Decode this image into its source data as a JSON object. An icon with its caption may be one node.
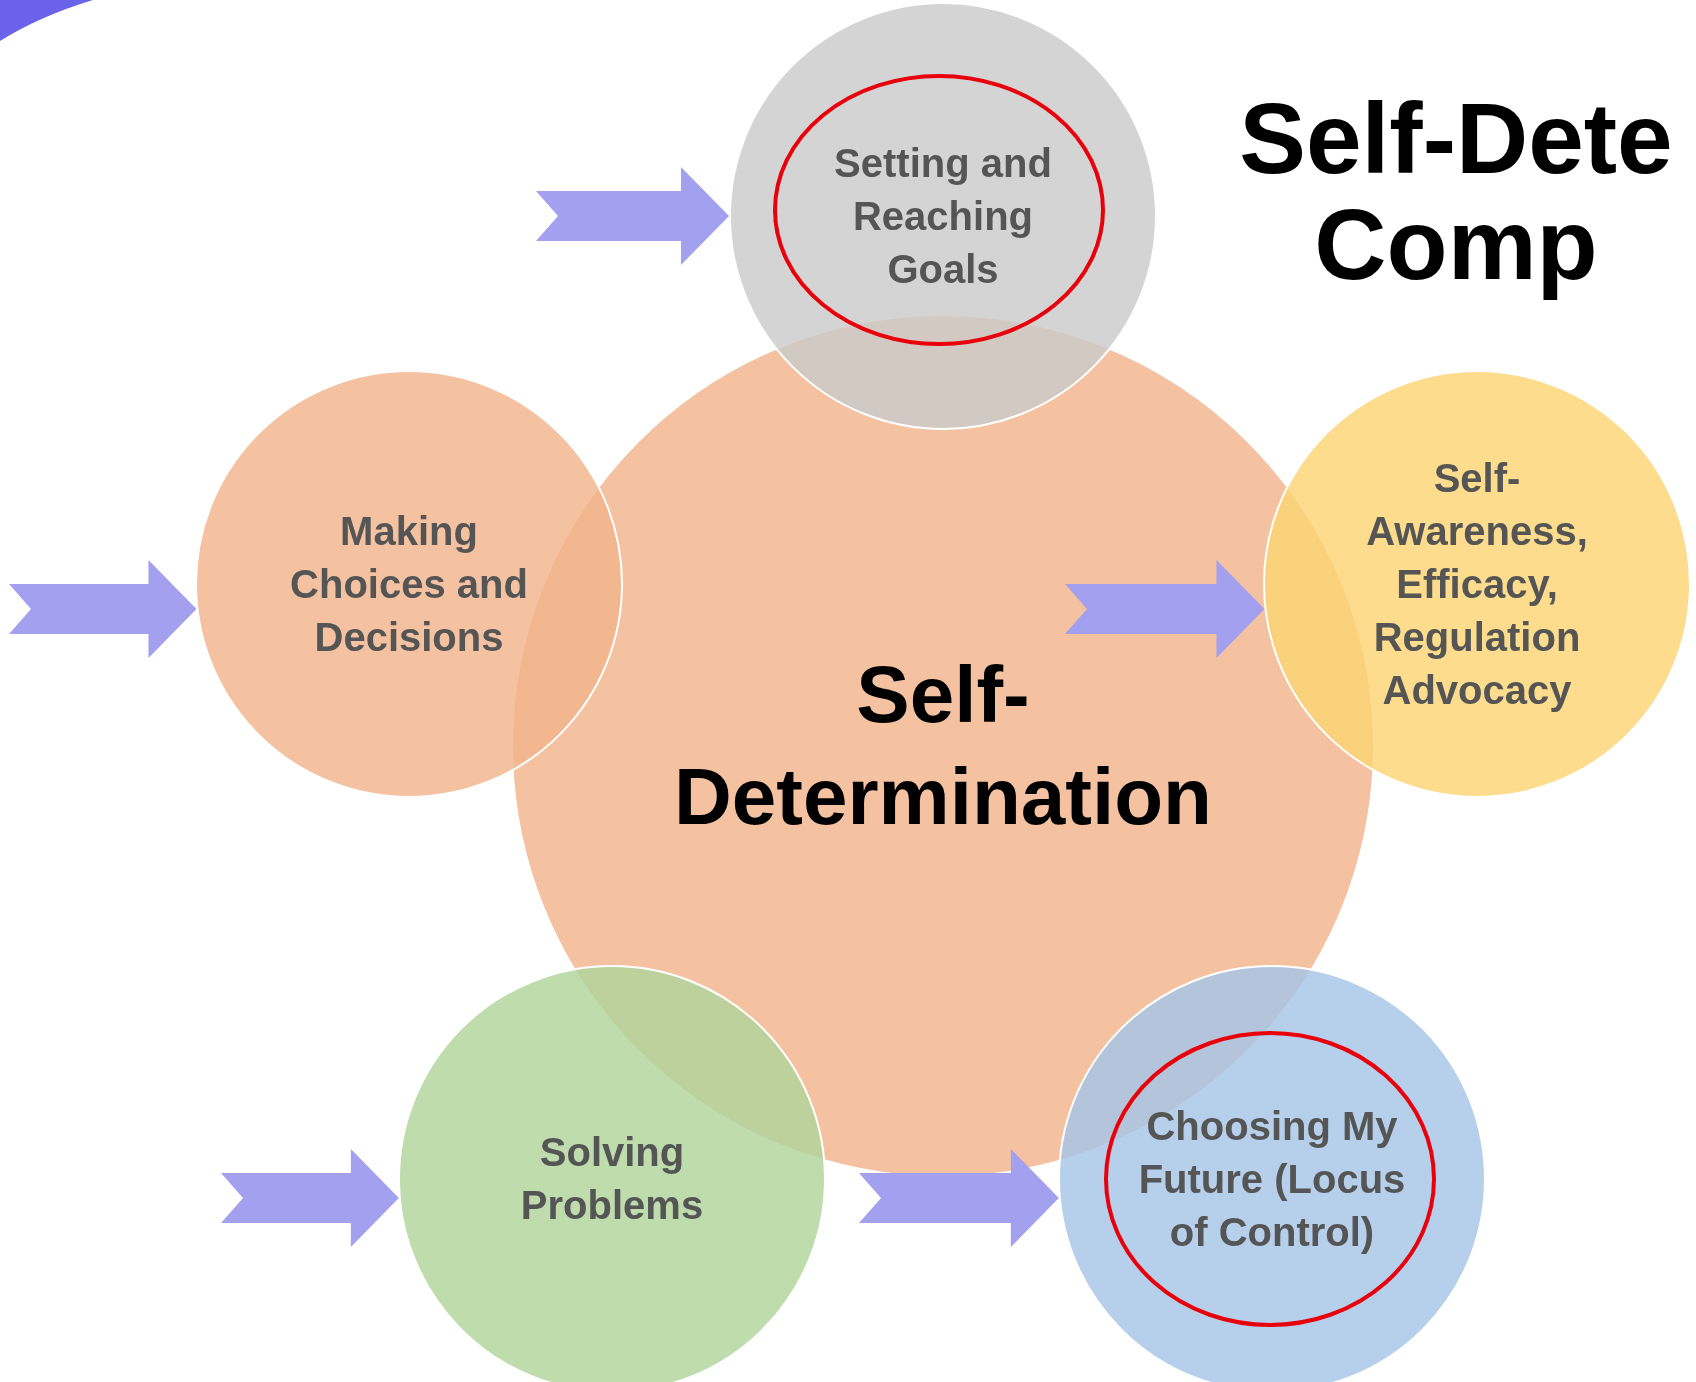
{
  "diagram": {
    "title": "Self-Dete Comp",
    "nodes": [
      {
        "text": [
          "Setting and Reaching Goals"
        ]
      },
      {
        "text": [
          "Making Choices and Decisions"
        ]
      },
      {
        "text": [
          "Self-Determination"
        ]
      },
      {
        "text": [
          "Self-Awareness, Efficacy, Regulation Advocacy"
        ]
      },
      {
        "text": [
          "Solving Problems"
        ]
      },
      {
        "text": [
          "Choosing My Future (Locus of Control)"
        ]
      }
    ],
    "edges": [
      {
        "from": null,
        "to": 0,
        "arrow": "to"
      },
      {
        "from": null,
        "to": 1,
        "arrow": "to"
      },
      {
        "from": null,
        "to": 3,
        "arrow": "to"
      },
      {
        "from": null,
        "to": 4,
        "arrow": "to"
      },
      {
        "from": null,
        "to": 5,
        "arrow": "to"
      }
    ]
  }
}
